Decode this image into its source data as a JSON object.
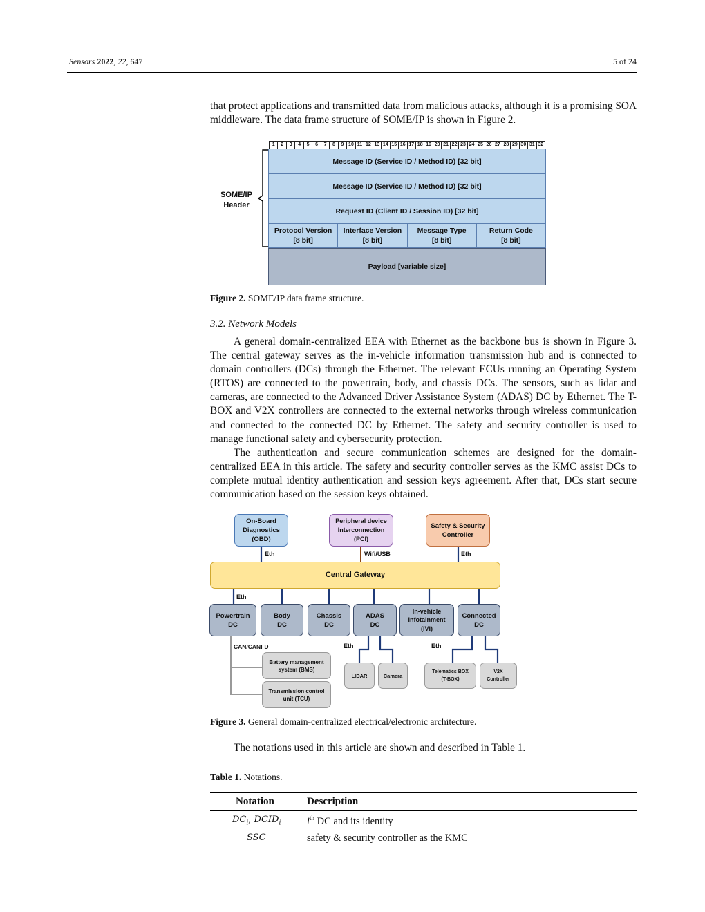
{
  "header": {
    "journal": "Sensors",
    "year": "2022",
    "volume": "22",
    "article": "647",
    "page": "5 of 24"
  },
  "para1": "that protect applications and transmitted data from malicious attacks, although it is a promising SOA middleware. The data frame structure of SOME/IP is shown in Figure 2.",
  "figure2": {
    "bits": [
      "1",
      "2",
      "3",
      "4",
      "5",
      "6",
      "7",
      "8",
      "9",
      "10",
      "11",
      "12",
      "13",
      "14",
      "15",
      "16",
      "17",
      "18",
      "19",
      "20",
      "21",
      "22",
      "23",
      "24",
      "25",
      "26",
      "27",
      "28",
      "29",
      "30",
      "31",
      "32"
    ],
    "header_label_line1": "SOME/IP",
    "header_label_line2": "Header",
    "row1": "Message ID (Service ID / Method ID)  [32 bit]",
    "row2": "Message ID (Service ID / Method ID)  [32 bit]",
    "row3": "Request ID (Client ID / Session ID)  [32 bit]",
    "fields": [
      {
        "name": "Protocol Version",
        "size": "[8 bit]"
      },
      {
        "name": "Interface Version",
        "size": "[8 bit]"
      },
      {
        "name": "Message Type",
        "size": "[8 bit]"
      },
      {
        "name": "Return Code",
        "size": "[8 bit]"
      }
    ],
    "payload": "Payload [variable size]",
    "caption_label": "Figure 2.",
    "caption_text": "SOME/IP data frame structure."
  },
  "section_title": "3.2. Network Models",
  "para2": "A general domain-centralized EEA with Ethernet as the backbone bus is shown in Figure 3. The central gateway serves as the in-vehicle information transmission hub and is connected to domain controllers (DCs) through the Ethernet. The relevant ECUs running an Operating System (RTOS) are connected to the powertrain, body, and chassis DCs. The sensors, such as lidar and cameras, are connected to the Advanced Driver Assistance System (ADAS) DC by Ethernet. The T-BOX and V2X controllers are connected to the external networks through wireless communication and connected to the connected DC by Ethernet. The safety and security controller is used to manage functional safety and cybersecurity protection.",
  "para3": "The authentication and secure communication schemes are designed for the domain-centralized EEA in this article. The safety and security controller serves as the KMC assist DCs to complete mutual identity authentication and session keys agreement. After that, DCs start secure communication based on the session keys obtained.",
  "figure3": {
    "obd_l1": "On-Board",
    "obd_l2": "Diagnostics",
    "obd_l3": "(OBD)",
    "pci_l1": "Peripheral device",
    "pci_l2": "Interconnection",
    "pci_l3": "(PCI)",
    "ssc_l1": "Safety & Security",
    "ssc_l2": "Controller",
    "eth": "Eth",
    "wifi": "Wifi/USB",
    "gateway": "Central Gateway",
    "pt_l1": "Powertrain",
    "pt_l2": "DC",
    "body_l1": "Body",
    "body_l2": "DC",
    "chassis_l1": "Chassis",
    "chassis_l2": "DC",
    "adas_l1": "ADAS",
    "adas_l2": "DC",
    "ivi_l1": "In-vehicle",
    "ivi_l2": "Infotainment",
    "ivi_l3": "(IVI)",
    "conn_l1": "Connected",
    "conn_l2": "DC",
    "can": "CAN/CANFD",
    "bms_l1": "Battery management",
    "bms_l2": "system (BMS)",
    "tcu_l1": "Transmission control",
    "tcu_l2": "unit (TCU)",
    "lidar": "LIDAR",
    "camera": "Camera",
    "tbox_l1": "Telematics BOX",
    "tbox_l2": "(T-BOX)",
    "v2x_l1": "V2X",
    "v2x_l2": "Controller",
    "caption_label": "Figure 3.",
    "caption_text": "General domain-centralized electrical/electronic architecture."
  },
  "para4": "The notations used in this article are shown and described in Table 1.",
  "table": {
    "caption_label": "Table 1.",
    "caption_text": "Notations.",
    "col1": "Notation",
    "col2": "Description",
    "rows": [
      {
        "n_main": "DC",
        "n_sub": "i",
        "n_sep": ", ",
        "n_main2": "DCID",
        "n_sub2": "i",
        "d_sup": "th",
        "d_pre": "i",
        "d_text": " DC and its identity"
      },
      {
        "n_main": "SSC",
        "d_text": "safety & security controller as the KMC"
      }
    ]
  }
}
